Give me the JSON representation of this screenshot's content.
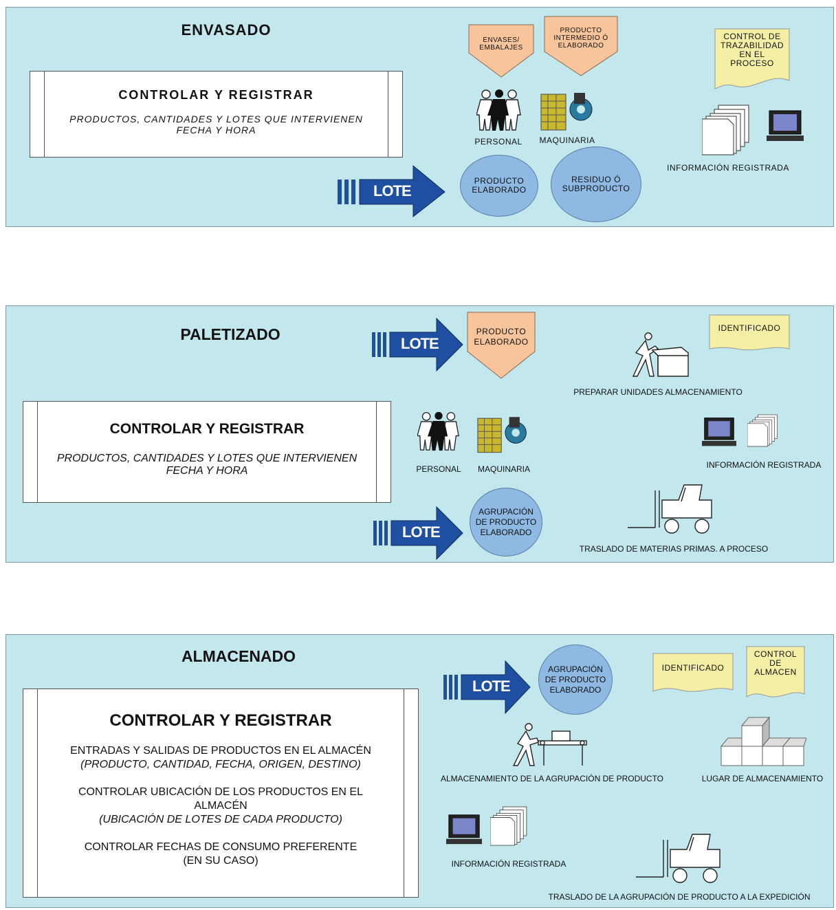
{
  "envasado": {
    "title": "ENVASADO",
    "control_title": "CONTROLAR Y REGISTRAR",
    "control_line1": "PRODUCTOS, CANTIDADES Y LOTES QUE INTERVIENEN",
    "control_line2": "FECHA  Y HORA",
    "input1": "ENVASES/ EMBALAJES",
    "input2": "PRODUCTO INTERMEDIO Ó ELABORADO",
    "doc": "CONTROL DE TRAZABILIDAD EN EL PROCESO",
    "personal": "PERSONAL",
    "maquinaria": "MAQUINARIA",
    "info": "INFORMACIÓN REGISTRADA",
    "lote": "LOTE",
    "circle1": "PRODUCTO ELABORADO",
    "circle2": "RESIDUO Ó SUBPRODUCTO"
  },
  "paletizado": {
    "title": "PALETIZADO",
    "control_title": "CONTROLAR Y REGISTRAR",
    "control_line1": "PRODUCTOS, CANTIDADES Y LOTES QUE INTERVIENEN",
    "control_line2": "FECHA  Y HORA",
    "lote1": "LOTE",
    "lote2": "LOTE",
    "input": "PRODUCTO ELABORADO",
    "doc": "IDENTIFICADO",
    "prep": "PREPARAR UNIDADES ALMACENAMIENTO",
    "personal": "PERSONAL",
    "maquinaria": "MAQUINARIA",
    "info": "INFORMACIÓN REGISTRADA",
    "circle": "AGRUPACIÓN DE PRODUCTO ELABORADO",
    "traslado": "TRASLADO DE MATERIAS PRIMAS. A PROCESO"
  },
  "almacenado": {
    "title": "ALMACENADO",
    "control_title": "CONTROLAR Y REGISTRAR",
    "line1": "ENTRADAS Y SALIDAS  DE PRODUCTOS EN EL ALMACÉN",
    "line2": "(PRODUCTO, CANTIDAD, FECHA, ORIGEN, DESTINO)",
    "line3": "CONTROLAR UBICACIÓN DE LOS PRODUCTOS EN EL ALMACÉN",
    "line4": "(UBICACIÓN DE LOTES DE CADA PRODUCTO)",
    "line5": "CONTROLAR FECHAS DE CONSUMO PREFERENTE",
    "line6": "(EN SU CASO)",
    "lote": "LOTE",
    "circle": "AGRUPACIÓN DE PRODUCTO ELABORADO",
    "doc1": "IDENTIFICADO",
    "doc2": "CONTROL DE ALMACEN",
    "storage": "ALMACENAMIENTO DE LA AGRUPACIÓN DE PRODUCTO",
    "lugar": "LUGAR DE ALMACENAMIENTO",
    "info": "INFORMACIÓN REGISTRADA",
    "traslado": "TRASLADO DE LA AGRUPACIÓN DE PRODUCTO A LA EXPEDICIÓN"
  },
  "colors": {
    "panel": "#c2e7ec",
    "arrow": "#1f4fa0",
    "circle": "#8eb9e3",
    "pentagon": "#f8c49b",
    "document": "#f3f0a6"
  }
}
